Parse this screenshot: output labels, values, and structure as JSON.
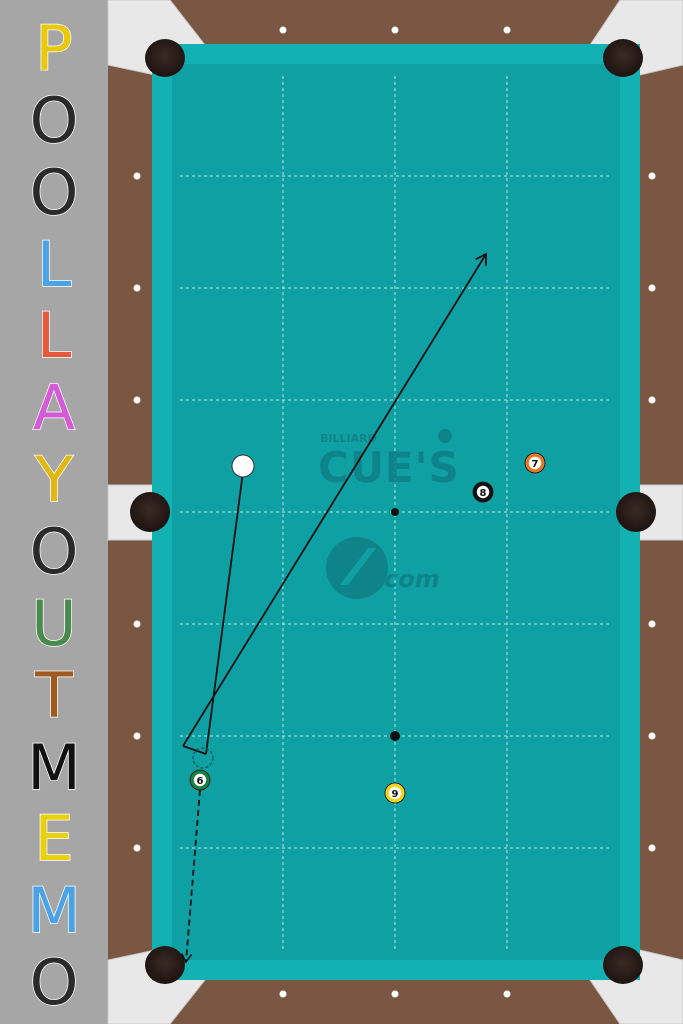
{
  "title_letters": [
    {
      "ch": "P",
      "color": "#e9c80e"
    },
    {
      "ch": "O",
      "color": "#2a2a2a"
    },
    {
      "ch": "O",
      "color": "#2a2a2a"
    },
    {
      "ch": "L",
      "color": "#4aa3e6"
    },
    {
      "ch": "L",
      "color": "#e8583b"
    },
    {
      "ch": "A",
      "color": "#d35bd6"
    },
    {
      "ch": "Y",
      "color": "#e0b80f"
    },
    {
      "ch": "O",
      "color": "#2a2a2a"
    },
    {
      "ch": "U",
      "color": "#4a8a4a"
    },
    {
      "ch": "T",
      "color": "#a05a20"
    },
    {
      "ch": "M",
      "color": "#111111"
    },
    {
      "ch": "E",
      "color": "#e9d112"
    },
    {
      "ch": "M",
      "color": "#4aa3e6"
    },
    {
      "ch": "O",
      "color": "#2a2a2a"
    }
  ],
  "logo": {
    "top_text": "BILLIARD",
    "brand_text": "CUE'S",
    "sub_text": "com",
    "color": "#0f7f86"
  },
  "colors": {
    "cloth": "#0fa0a3",
    "cushion": "#14b1b3",
    "rail": "#7a5742",
    "corner": "#e8e8e8",
    "pocket": "#2b1d19",
    "background": "#a6a6a6"
  },
  "balls": [
    {
      "id": "cue",
      "label": "",
      "color": "#ffffff"
    },
    {
      "id": "6",
      "label": "6",
      "color": "#17813f"
    },
    {
      "id": "7",
      "label": "7",
      "color": "#e07a2a"
    },
    {
      "id": "8",
      "label": "8",
      "color": "#111111"
    },
    {
      "id": "9",
      "label": "9",
      "color": "#f2d21a"
    }
  ],
  "spots": [
    "head-spot",
    "foot-spot"
  ]
}
